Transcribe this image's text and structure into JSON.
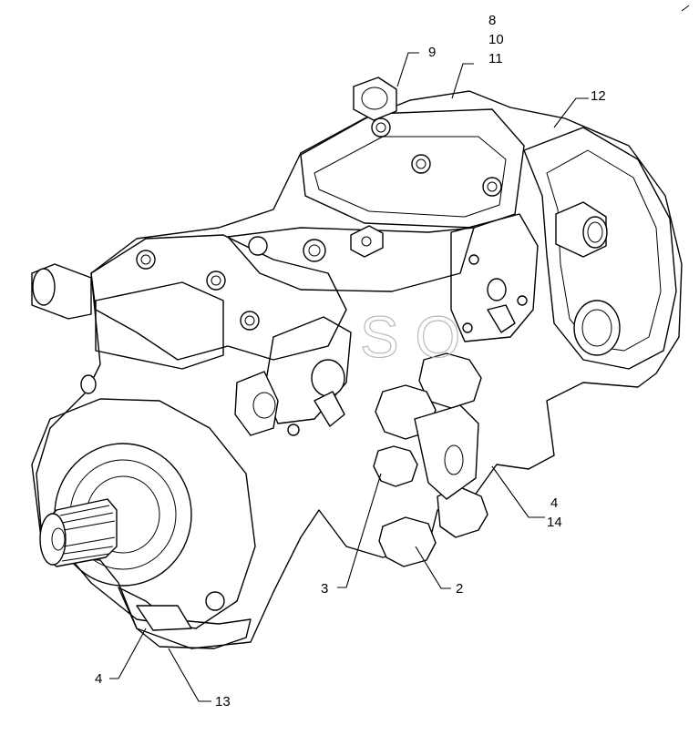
{
  "callouts": {
    "c8": "8",
    "c10": "10",
    "c11": "11",
    "c9": "9",
    "c12": "12",
    "c4_right": "4",
    "c14": "14",
    "c2": "2",
    "c3": "3",
    "c4_left": "4",
    "c13": "13"
  },
  "watermark": "S O"
}
